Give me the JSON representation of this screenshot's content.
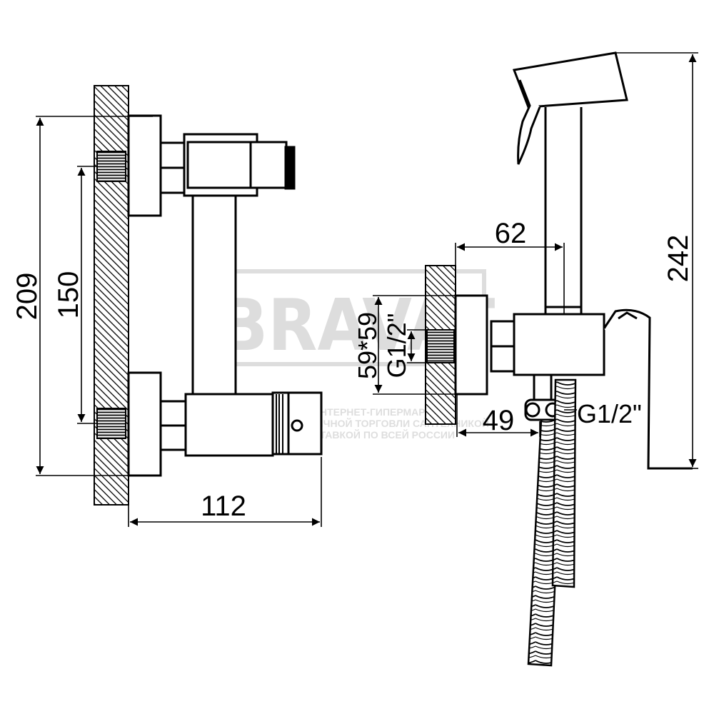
{
  "drawing": {
    "left_view": {
      "dim_height_total": "209",
      "dim_inlet_spacing": "150",
      "dim_projection": "112"
    },
    "right_view": {
      "dim_offset": "62",
      "dim_height_total": "242",
      "dim_flange": "59*59",
      "dim_inlet_thread": "G1/2\"",
      "dim_outlet_offset": "49",
      "dim_outlet_thread": "G1/2\""
    }
  },
  "watermark": {
    "brand": "BRAVAT",
    "line1": "ИНТЕРНЕТ-ГИПЕРМАРКЕТ",
    "line2": "ОПТОВОЙ И РОЗНИЧНОЙ ТОРГОВЛИ САНТЕХНИКОЙ",
    "line3": "С ДОСТАВКОЙ ПО ВСЕЙ РОССИИ"
  }
}
